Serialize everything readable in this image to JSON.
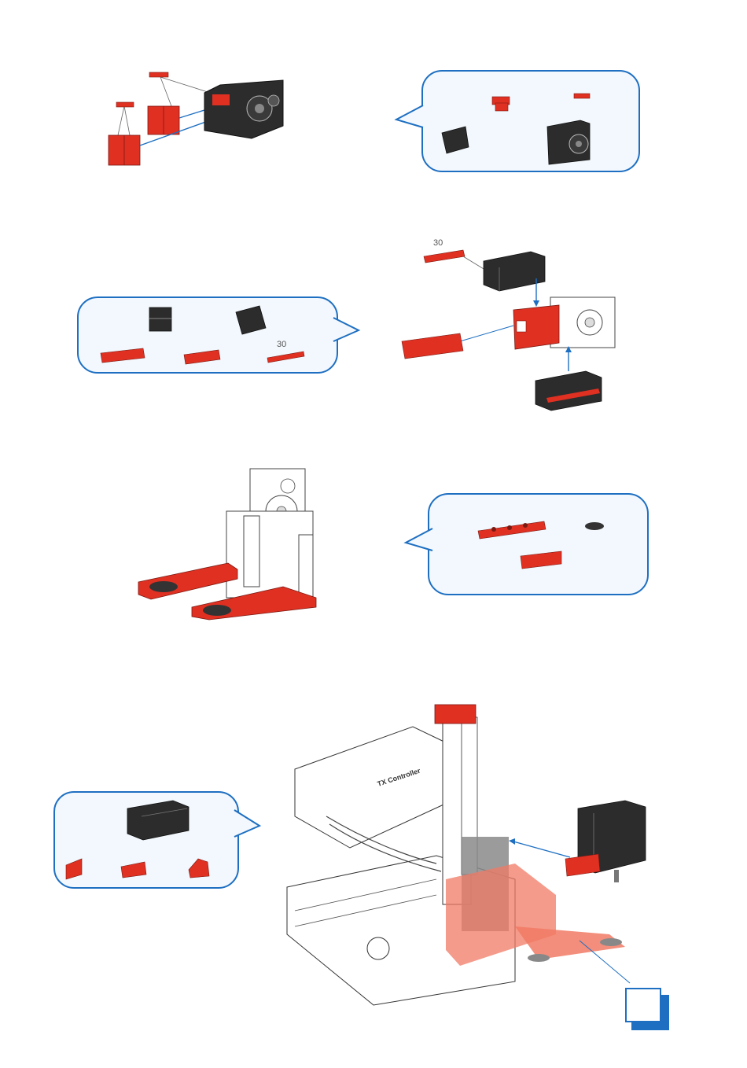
{
  "steps": [
    {
      "id": "step1",
      "parts_count": 4
    },
    {
      "id": "step2",
      "parts_count": 5,
      "part_label": "30"
    },
    {
      "id": "step3",
      "parts_count": 3
    },
    {
      "id": "step4",
      "parts_count": 4,
      "controller_label": "TX Controller"
    }
  ],
  "page_number": "",
  "colors": {
    "accent": "#1e6fc2",
    "part_red": "#e03022",
    "part_black": "#2c2c2c",
    "bubble_bg": "#f2f8fd"
  }
}
